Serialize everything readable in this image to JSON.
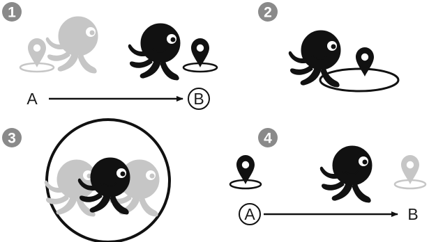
{
  "panels": [
    {
      "number": "1",
      "start_label": "A",
      "end_label": "B",
      "circled_label": "end"
    },
    {
      "number": "2"
    },
    {
      "number": "3"
    },
    {
      "number": "4",
      "start_label": "A",
      "end_label": "B",
      "circled_label": "start"
    }
  ],
  "colors": {
    "badge": "#8a8a8a",
    "figure": "#111111",
    "ghost": "#c6c6c6",
    "ghost_dark": "#b4b4b4",
    "line": "#111111"
  }
}
